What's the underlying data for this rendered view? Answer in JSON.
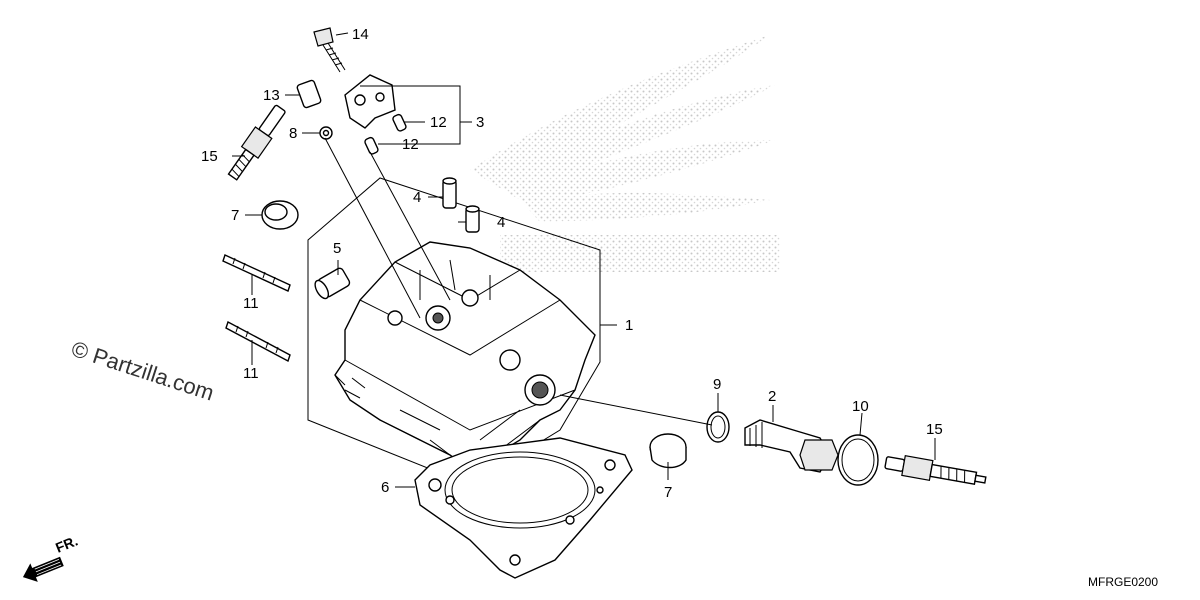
{
  "watermark": "© Partzilla.com",
  "diagram_code": "MFRGE0200",
  "front_marker": "FR.",
  "colors": {
    "line": "#000000",
    "background": "#ffffff",
    "logo_dots": "#cfcfcf"
  },
  "callouts": {
    "c1": "1",
    "c2": "2",
    "c3": "3",
    "c4a": "4",
    "c4b": "4",
    "c5": "5",
    "c6": "6",
    "c7a": "7",
    "c7b": "7",
    "c8": "8",
    "c9": "9",
    "c10": "10",
    "c11a": "11",
    "c11b": "11",
    "c12a": "12",
    "c12b": "12",
    "c13": "13",
    "c14": "14",
    "c15a": "15",
    "c15b": "15"
  },
  "icons": {
    "logo": "wing-logo-icon",
    "front": "front-arrow-icon"
  }
}
